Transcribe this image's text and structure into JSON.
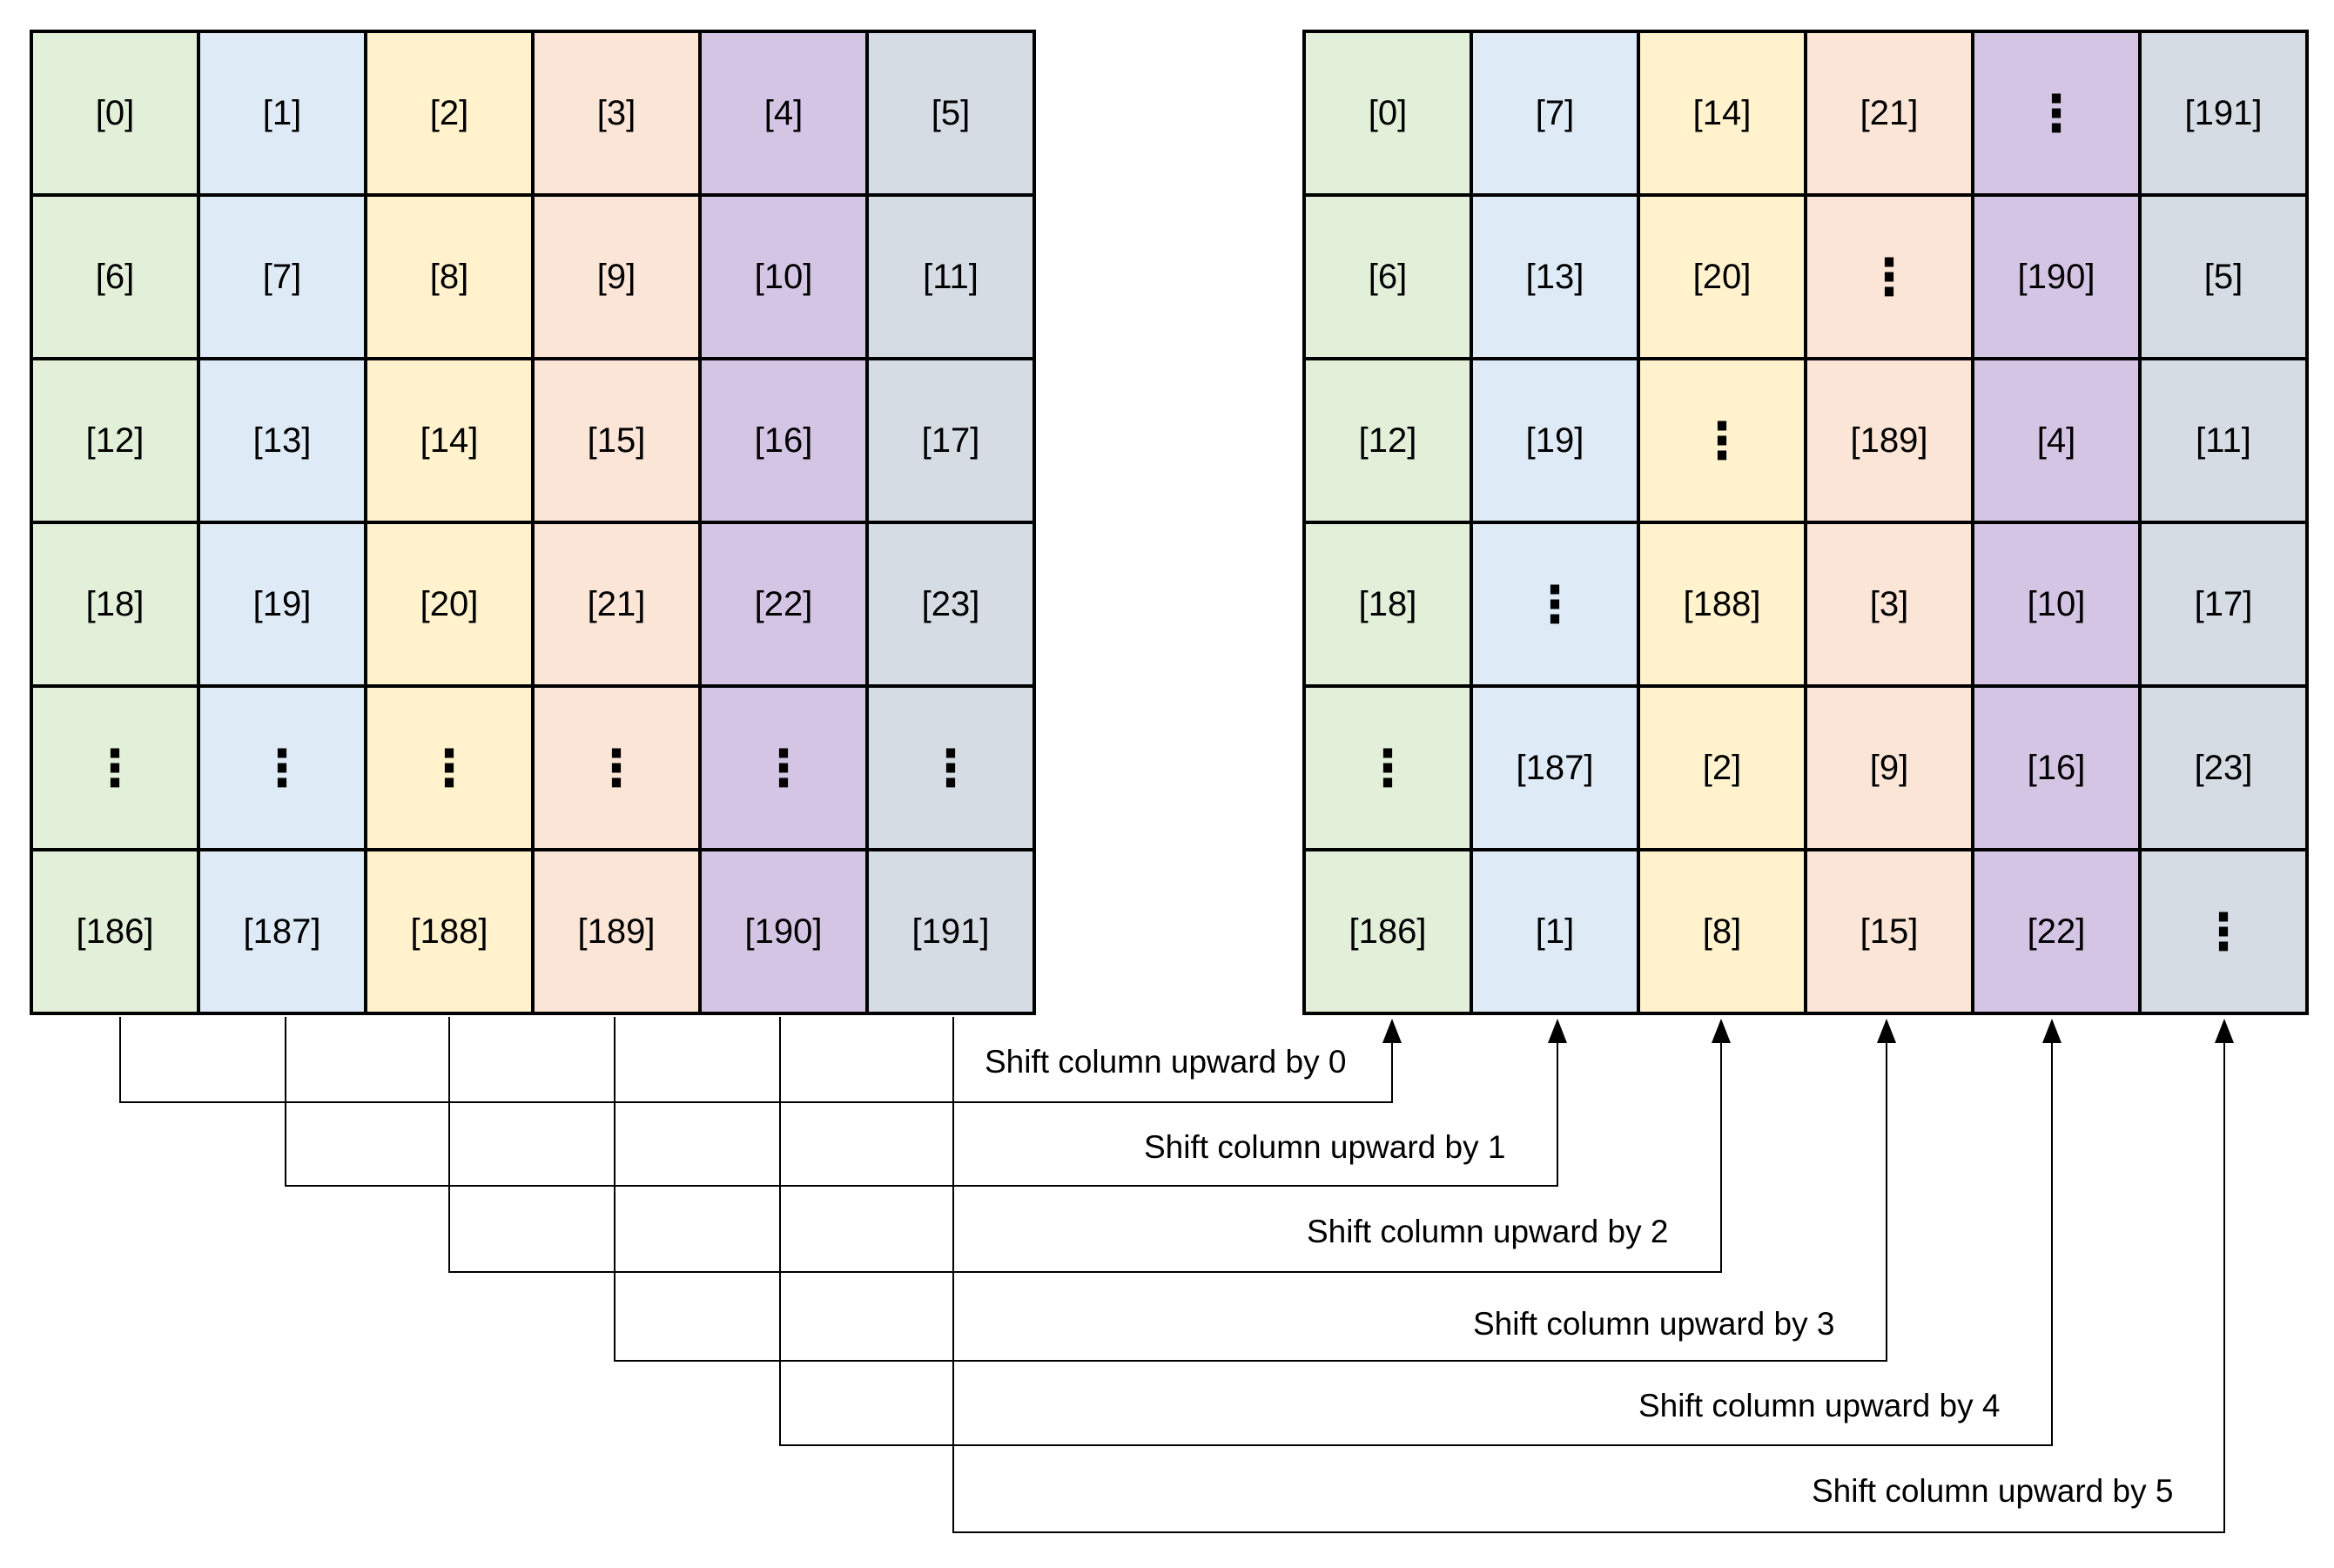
{
  "colors": {
    "col0": "#e2efd9",
    "col1": "#deebf7",
    "col2": "#fff2cc",
    "col3": "#fbe5d6",
    "col4": "#d5c5e5",
    "col5": "#d6dce4",
    "line": "#000000"
  },
  "left_grid": [
    [
      "[0]",
      "[1]",
      "[2]",
      "[3]",
      "[4]",
      "[5]"
    ],
    [
      "[6]",
      "[7]",
      "[8]",
      "[9]",
      "[10]",
      "[11]"
    ],
    [
      "[12]",
      "[13]",
      "[14]",
      "[15]",
      "[16]",
      "[17]"
    ],
    [
      "[18]",
      "[19]",
      "[20]",
      "[21]",
      "[22]",
      "[23]"
    ],
    [
      "⋮",
      "⋮",
      "⋮",
      "⋮",
      "⋮",
      "⋮"
    ],
    [
      "[186]",
      "[187]",
      "[188]",
      "[189]",
      "[190]",
      "[191]"
    ]
  ],
  "right_grid": [
    [
      "[0]",
      "[7]",
      "[14]",
      "[21]",
      "⋮",
      "[191]"
    ],
    [
      "[6]",
      "[13]",
      "[20]",
      "⋮",
      "[190]",
      "[5]"
    ],
    [
      "[12]",
      "[19]",
      "⋮",
      "[189]",
      "[4]",
      "[11]"
    ],
    [
      "[18]",
      "⋮",
      "[188]",
      "[3]",
      "[10]",
      "[17]"
    ],
    [
      "⋮",
      "[187]",
      "[2]",
      "[9]",
      "[16]",
      "[23]"
    ],
    [
      "[186]",
      "[1]",
      "[8]",
      "[15]",
      "[22]",
      "⋮"
    ]
  ],
  "shift_labels": [
    "Shift column upward by 0",
    "Shift column upward by 1",
    "Shift column upward by 2",
    "Shift column upward by 3",
    "Shift column upward by 4",
    "Shift column upward by 5"
  ]
}
